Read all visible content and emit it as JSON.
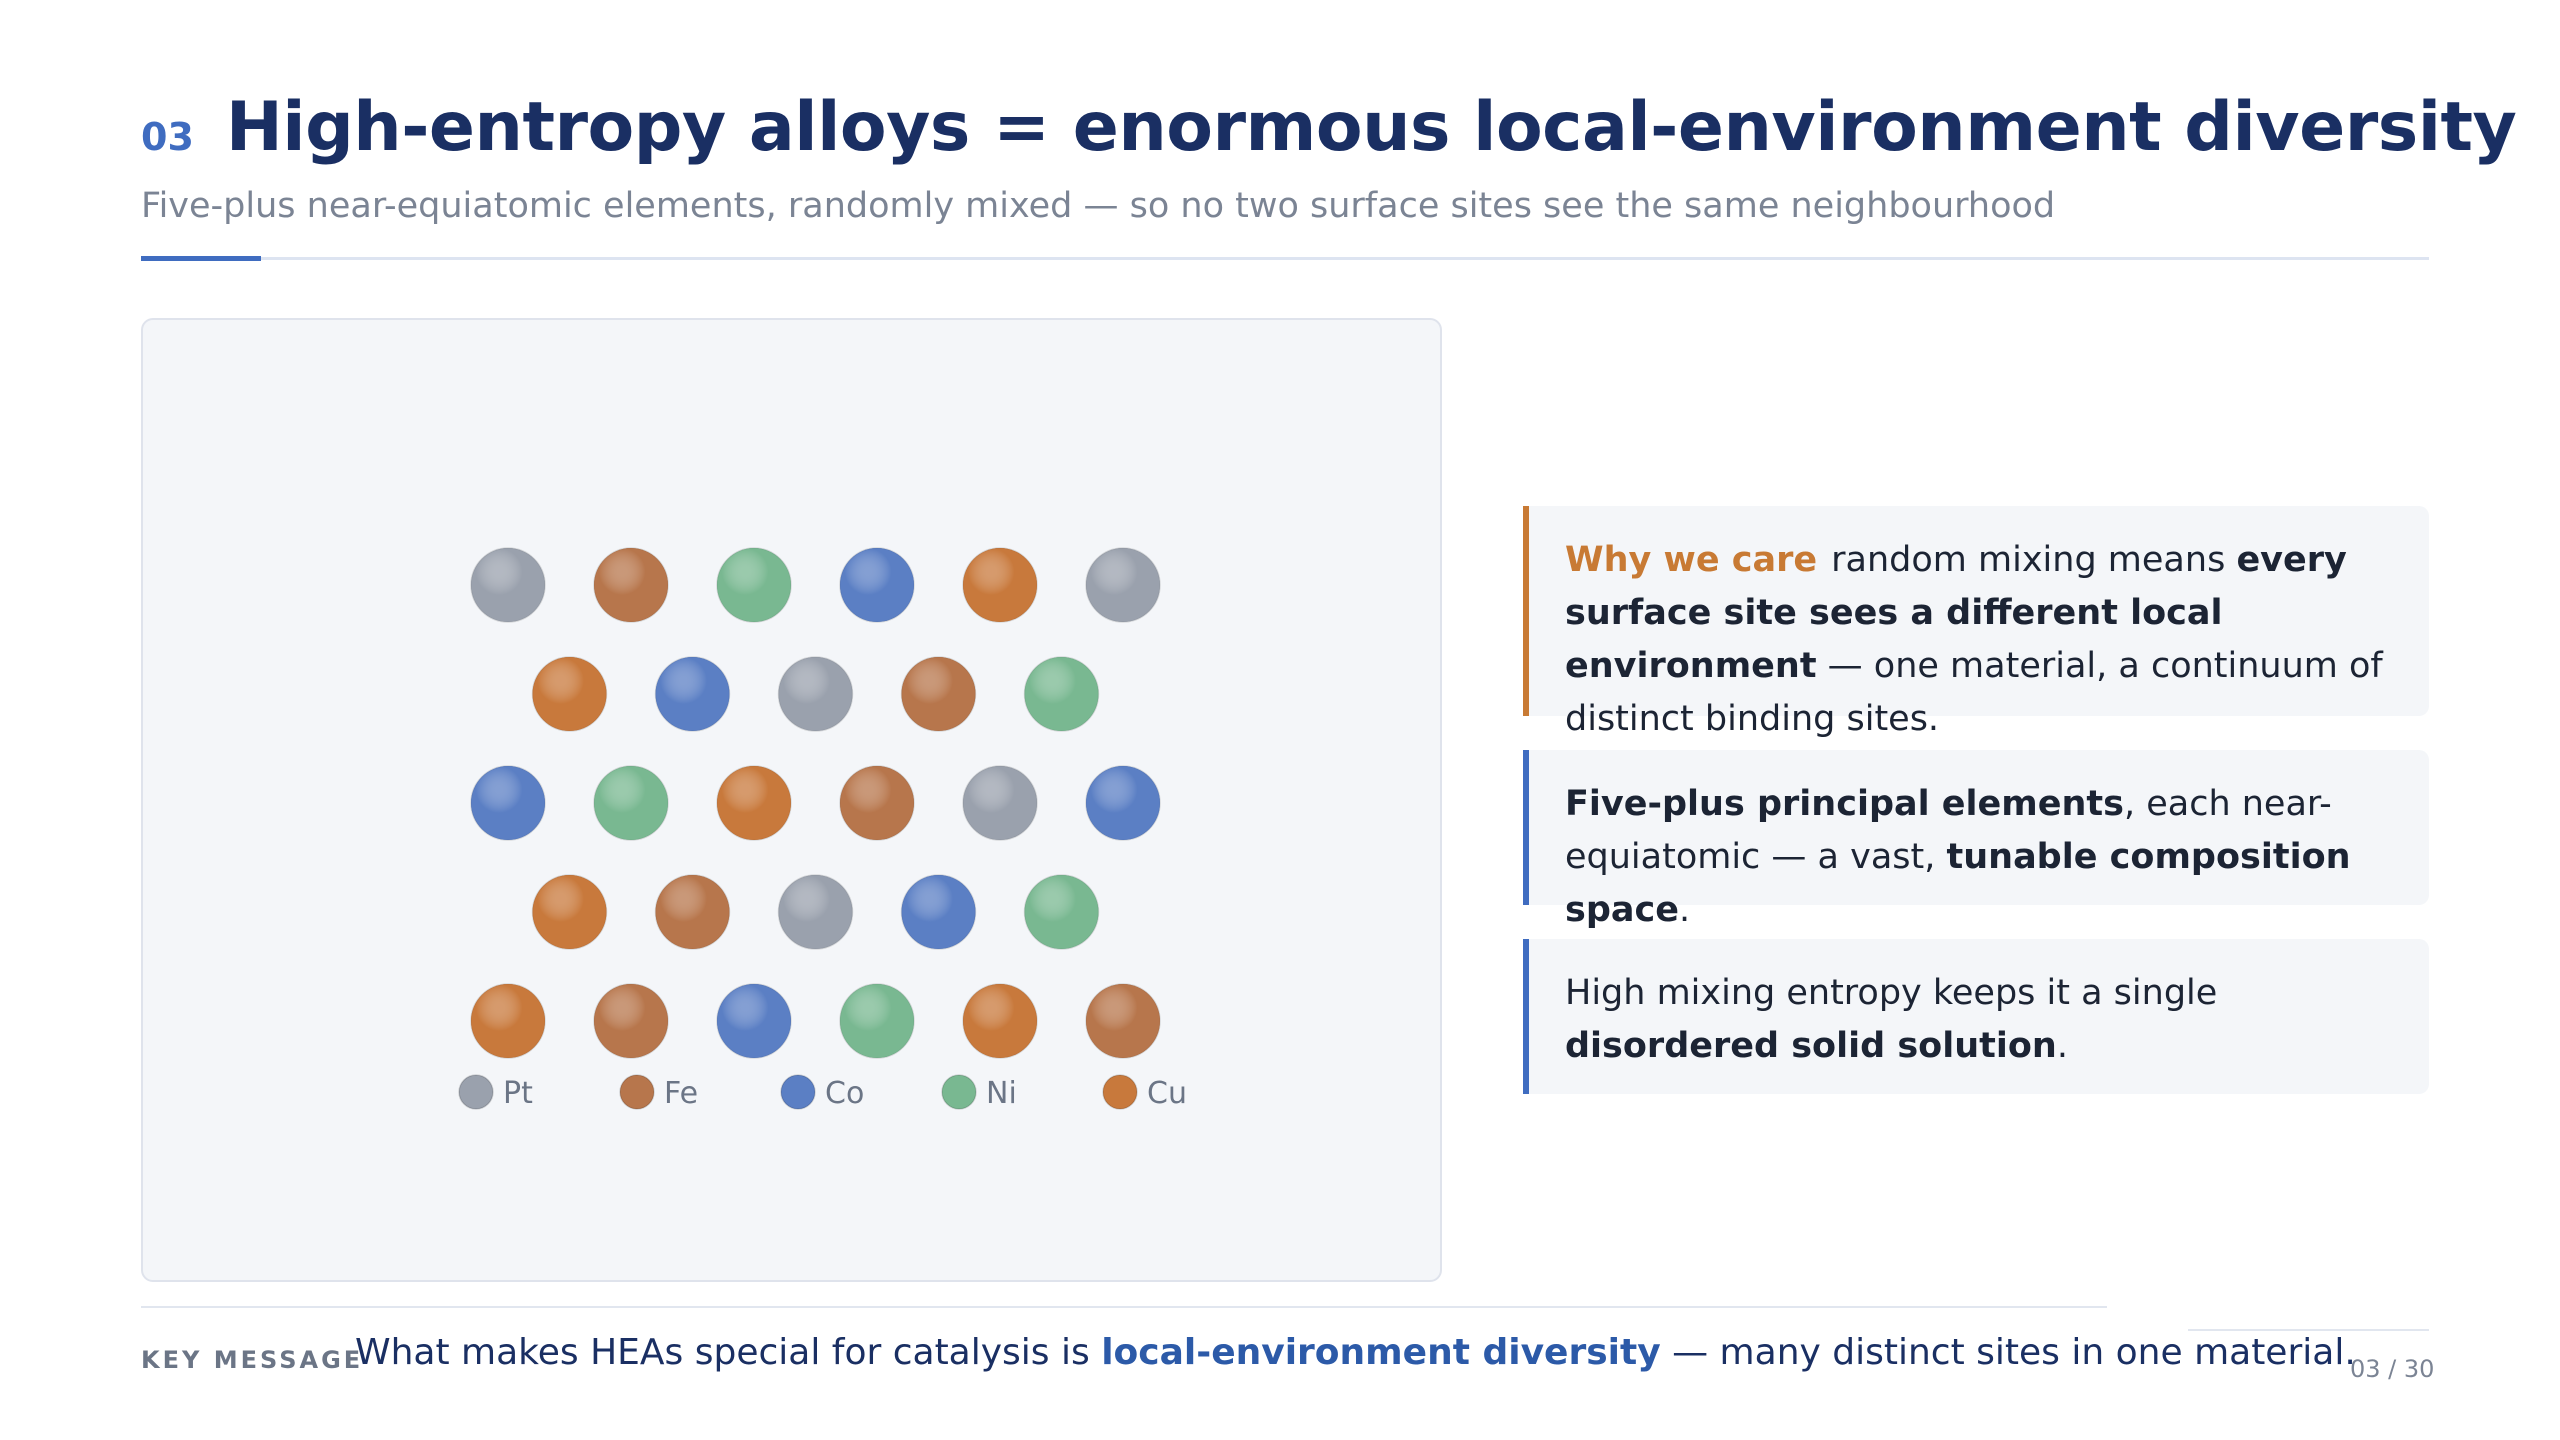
{
  "header": {
    "slide_number": "03",
    "title": "High-entropy alloys = enormous local-environment diversity",
    "subtitle": "Five-plus near-equiatomic elements, randomly mixed — so no two surface sites see the same neighbourhood"
  },
  "lattice": {
    "elements": [
      {
        "symbol": "Pt",
        "color": "#9aa1ad"
      },
      {
        "symbol": "Fe",
        "color": "#b7764c"
      },
      {
        "symbol": "Co",
        "color": "#5b7fc4"
      },
      {
        "symbol": "Ni",
        "color": "#79b891"
      },
      {
        "symbol": "Cu",
        "color": "#c8793c"
      }
    ],
    "rows": [
      [
        "Pt",
        "Fe",
        "Ni",
        "Co",
        "Cu",
        "Pt"
      ],
      [
        "Cu",
        "Co",
        "Pt",
        "Fe",
        "Ni"
      ],
      [
        "Co",
        "Ni",
        "Cu",
        "Fe",
        "Pt",
        "Co"
      ],
      [
        "Cu",
        "Fe",
        "Pt",
        "Co",
        "Ni"
      ],
      [
        "Cu",
        "Fe",
        "Co",
        "Ni",
        "Cu",
        "Fe"
      ]
    ]
  },
  "cards": {
    "why": {
      "label": "Why we care",
      "t1": "random mixing means ",
      "b1": "every surface site sees a different local environment",
      "t2": " — one material, a continuum of distinct binding sites."
    },
    "elements": {
      "b1": "Five-plus principal elements",
      "t1": ", each near-equiatomic — a vast, ",
      "b2": "tunable composition space",
      "t2": "."
    },
    "entropy": {
      "t1": "High mixing entropy keeps it a single ",
      "b1": "disordered solid solution",
      "t2": "."
    }
  },
  "footer": {
    "key_label": "KEY MESSAGE",
    "text_before": "What makes HEAs special for catalysis is ",
    "text_emphasis": "local-environment diversity",
    "text_after": " — many distinct sites in one material.",
    "page": "03 / 30"
  }
}
